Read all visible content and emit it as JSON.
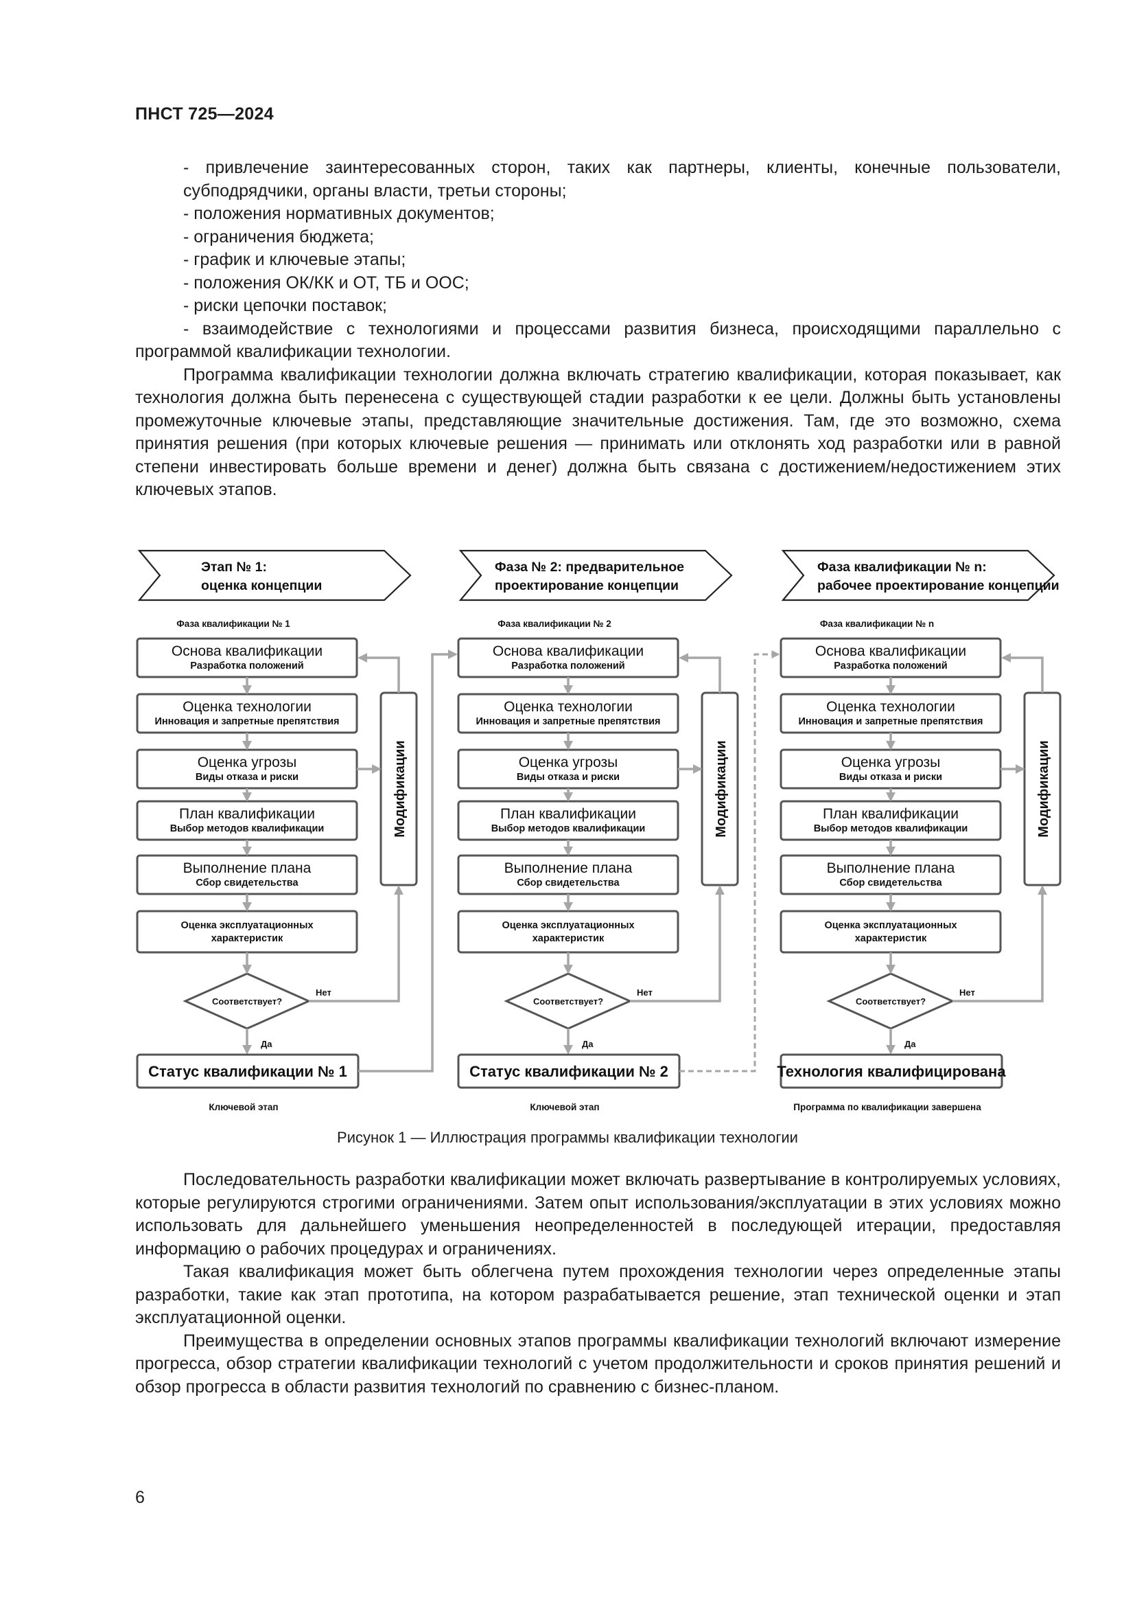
{
  "header": "ПНСТ 725—2024",
  "top_paragraphs": [
    {
      "kind": "li",
      "text": "- привлечение заинтересованных сторон, таких как партнеры, клиенты, конечные пользователи, субподрядчики, органы власти, третьи стороны;"
    },
    {
      "kind": "li",
      "text": "- положения нормативных документов;"
    },
    {
      "kind": "li",
      "text": "- ограничения бюджета;"
    },
    {
      "kind": "li",
      "text": "- график и ключевые этапы;"
    },
    {
      "kind": "li",
      "text": "- положения ОК/КК и ОТ, ТБ и ООС;"
    },
    {
      "kind": "li",
      "text": "- риски цепочки поставок;"
    },
    {
      "kind": "ind",
      "text": "- взаимодействие с технологиями и процессами развития бизнеса, происходящими параллельно с программой квалификации технологии."
    },
    {
      "kind": "ind",
      "text": "Программа квалификации технологии должна включать стратегию квалификации, которая показывает, как технология должна быть перенесена с существующей стадии разработки к ее цели. Должны быть установлены промежуточные ключевые этапы, представляющие значительные достижения. Там, где это возможно, схема принятия решения (при которых ключевые решения — принимать или отклонять ход разработки или в равной степени инвестировать больше времени и денег) должна быть связана с достижением/недостижением этих ключевых этапов."
    }
  ],
  "figure": {
    "columns": [
      {
        "chevron": [
          "Этап № 1:",
          "оценка концепции"
        ],
        "phase": "Фаза квалификации № 1",
        "boxes": [
          {
            "t": "Основа квалификации",
            "s": "Разработка положений"
          },
          {
            "t": "Оценка технологии",
            "s": "Инновация и запретные препятствия"
          },
          {
            "t": "Оценка угрозы",
            "s": "Виды отказа и риски"
          },
          {
            "t": "План квалификации",
            "s": "Выбор методов квалификации"
          },
          {
            "t": "Выполнение плана",
            "s": "Сбор свидетельства"
          }
        ],
        "ops": [
          "Оценка эксплуатационных",
          "характеристик"
        ],
        "decision": "Соответствует?",
        "no": "Нет",
        "yes": "Да",
        "status": "Статус квалификации № 1",
        "footer": "Ключевой этап",
        "mod": "Модификации"
      },
      {
        "chevron": [
          "Фаза № 2: предварительное",
          "проектирование концепции"
        ],
        "phase": "Фаза квалификации № 2",
        "boxes": [
          {
            "t": "Основа квалификации",
            "s": "Разработка положений"
          },
          {
            "t": "Оценка технологии",
            "s": "Инновация и запретные препятствия"
          },
          {
            "t": "Оценка угрозы",
            "s": "Виды отказа и риски"
          },
          {
            "t": "План квалификации",
            "s": "Выбор методов квалификации"
          },
          {
            "t": "Выполнение плана",
            "s": "Сбор свидетельства"
          }
        ],
        "ops": [
          "Оценка эксплуатационных",
          "характеристик"
        ],
        "decision": "Соответствует?",
        "no": "Нет",
        "yes": "Да",
        "status": "Статус квалификации № 2",
        "footer": "Ключевой этап",
        "mod": "Модификации"
      },
      {
        "chevron": [
          "Фаза квалификации № n:",
          "рабочее проектирование концепции"
        ],
        "phase": "Фаза квалификации № n",
        "boxes": [
          {
            "t": "Основа квалификации",
            "s": "Разработка положений"
          },
          {
            "t": "Оценка технологии",
            "s": "Инновация и запретные препятствия"
          },
          {
            "t": "Оценка угрозы",
            "s": "Виды отказа и риски"
          },
          {
            "t": "План квалификации",
            "s": "Выбор методов квалификации"
          },
          {
            "t": "Выполнение плана",
            "s": "Сбор свидетельства"
          }
        ],
        "ops": [
          "Оценка эксплуатационных",
          "характеристик"
        ],
        "decision": "Соответствует?",
        "no": "Нет",
        "yes": "Да",
        "status": "Технология квалифицирована",
        "footer": "Программа по квалификации завершена",
        "mod": "Модификации"
      }
    ]
  },
  "caption": "Рисунок 1 — Иллюстрация программы квалификации технологии",
  "bottom_paragraphs": [
    "Последовательность разработки квалификации может включать развертывание в контролируемых условиях, которые регулируются строгими ограничениями. Затем опыт использования/эксплуатации в этих условиях можно использовать для дальнейшего уменьшения неопределенностей в последующей итерации, предоставляя информацию о рабочих процедурах и ограничениях.",
    "Такая квалификация может быть облегчена путем прохождения технологии через определенные этапы разработки, такие как этап прототипа, на котором разрабатывается решение, этап технической оценки и этап эксплуатационной оценки.",
    "Преимущества в определении основных этапов программы квалификации технологий включают измерение прогресса, обзор стратегии квалификации технологий с учетом продолжительности и сроков принятия решений и обзор прогресса в области развития технологий по сравнению с бизнес-планом."
  ],
  "page_number": "6"
}
